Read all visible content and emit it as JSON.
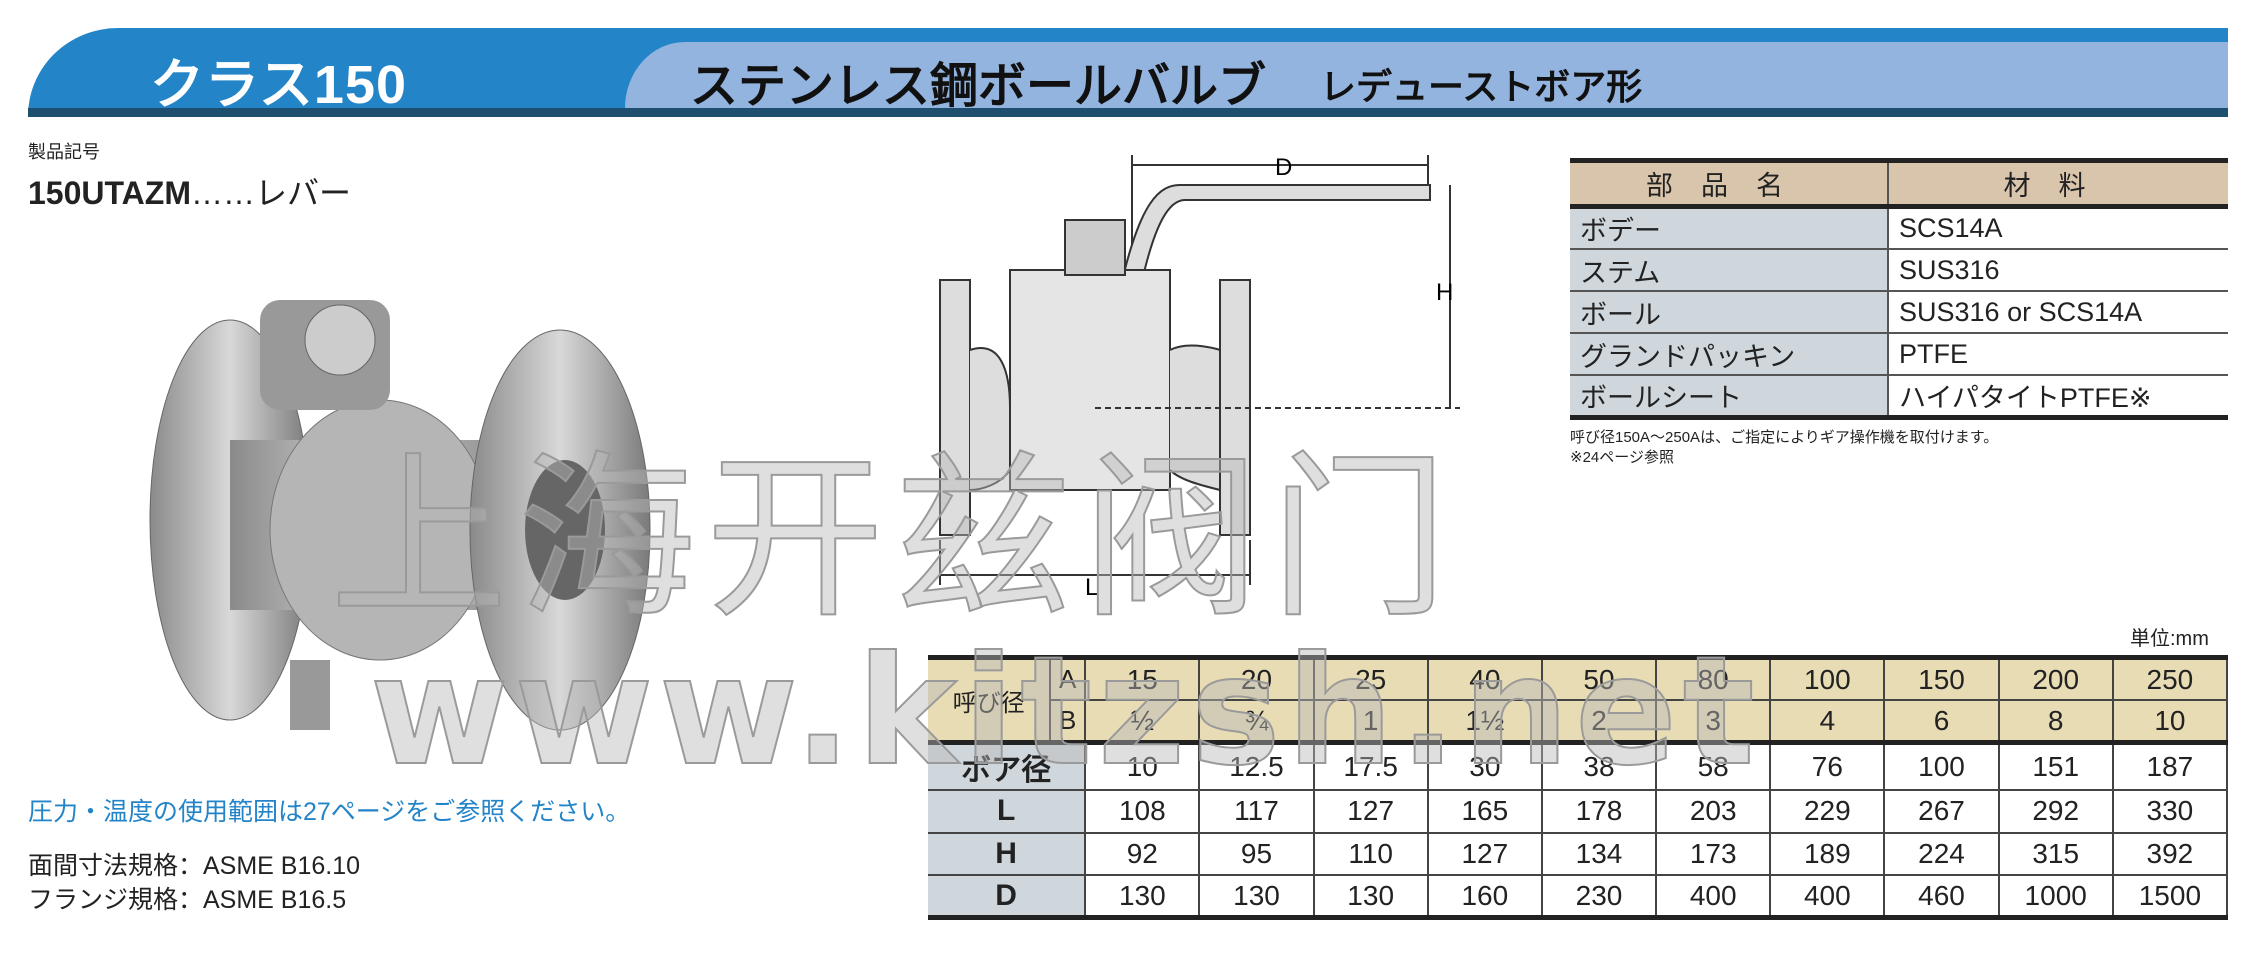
{
  "header": {
    "class_title": "クラス150",
    "main_title": "ステンレス鋼ボールバルブ",
    "sub_title": "レデューストボア形",
    "colors": {
      "band": "#2384c8",
      "light": "#93b4de",
      "strip": "#1e4f6e"
    }
  },
  "product": {
    "code_label": "製品記号",
    "code": "150UTAZM",
    "code_suffix": "……レバー"
  },
  "drawing": {
    "labels": {
      "d": "D",
      "h": "H",
      "l": "L"
    }
  },
  "parts_table": {
    "headers": [
      "部品名",
      "材料"
    ],
    "rows": [
      [
        "ボデー",
        "SCS14A"
      ],
      [
        "ステム",
        "SUS316"
      ],
      [
        "ボール",
        "SUS316 or SCS14A"
      ],
      [
        "グランドパッキン",
        "PTFE"
      ],
      [
        "ボールシート",
        "ハイパタイトPTFE※"
      ]
    ]
  },
  "notes": [
    "呼び径150A～250Aは、ご指定によりギア操作機を取付けます。",
    "※24ページ参照"
  ],
  "dims_table": {
    "unit": "単位:mm",
    "nominal_label": "呼び径",
    "a_label": "A",
    "b_label": "B",
    "a": [
      "15",
      "20",
      "25",
      "40",
      "50",
      "80",
      "100",
      "150",
      "200",
      "250"
    ],
    "b": [
      "½",
      "¾",
      "1",
      "1½",
      "2",
      "3",
      "4",
      "6",
      "8",
      "10"
    ],
    "rows": [
      {
        "label": "ボア径",
        "values": [
          "10",
          "12.5",
          "17.5",
          "30",
          "38",
          "58",
          "76",
          "100",
          "151",
          "187"
        ]
      },
      {
        "label": "L",
        "values": [
          "108",
          "117",
          "127",
          "165",
          "178",
          "203",
          "229",
          "267",
          "292",
          "330"
        ]
      },
      {
        "label": "H",
        "values": [
          "92",
          "95",
          "110",
          "127",
          "134",
          "173",
          "189",
          "224",
          "315",
          "392"
        ]
      },
      {
        "label": "D",
        "values": [
          "130",
          "130",
          "130",
          "160",
          "230",
          "400",
          "400",
          "460",
          "1000",
          "1500"
        ]
      }
    ]
  },
  "info": {
    "pressure_note": "圧力・温度の使用範囲は27ページをご参照ください。",
    "face_to_face": "面間寸法規格：ASME B16.10",
    "flange": "フランジ規格：ASME B16.5"
  },
  "watermark": {
    "cn": "上海开兹阀门",
    "url": "www.kitzsh.net"
  }
}
